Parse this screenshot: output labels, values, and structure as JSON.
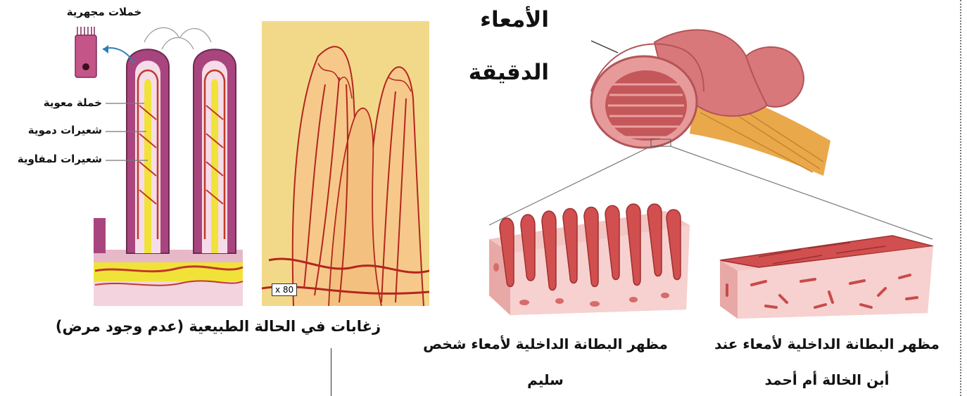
{
  "villus_diagram": {
    "labels": {
      "microvilli": "خملات مجهرية",
      "intestinal_villus": "خملة معوية",
      "blood_capillaries": "شعيرات دموية",
      "lymph_capillaries": "شعيرات لمفاوية"
    }
  },
  "micrograph": {
    "magnification": "x 80"
  },
  "caption_normal": "زغابات في الحالة الطبيعية (عدم وجود مرض)",
  "intestine": {
    "title_line1": "الأمعاء",
    "title_line2": "الدقيقة"
  },
  "healthy_lining": {
    "caption_line1": "مظهر البطانة الداخلية لأمعاء شخص",
    "caption_line2": "سليم"
  },
  "diseased_lining": {
    "caption_line1": "مظهر البطانة الداخلية لأمعاء عند",
    "caption_line2": "أبن الخالة أم أحمد"
  },
  "colors": {
    "tissue_purple": "#a9457e",
    "capillary_red": "#c0392b",
    "lymph_yellow": "#f1e23a",
    "intestine_pink": "#d9787a",
    "mesentery_orange": "#e9a84a",
    "micrograph_bg": "#f2d98a"
  }
}
